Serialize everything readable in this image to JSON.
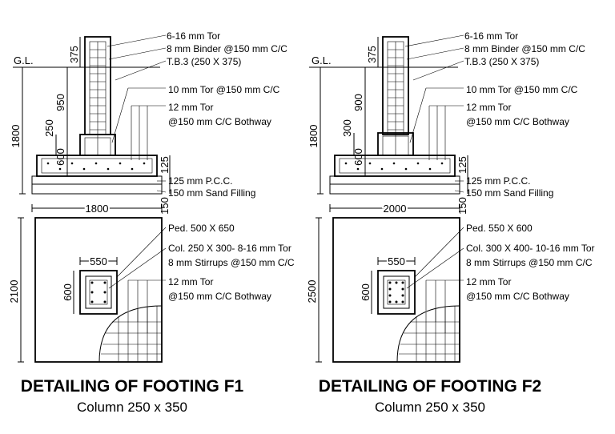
{
  "f1": {
    "title": "DETAILING OF FOOTING  F1",
    "subtitle": "Column 250 x 350",
    "gl": "G.L.",
    "dim_375": "375",
    "dim_upper": "950",
    "dim_total_h": "1800",
    "dim_ped_h": "250",
    "dim_600": "600",
    "dim_125": "125",
    "dim_150": "150",
    "dim_width": "1800",
    "dim_plan_h": "2100",
    "dim_ped_w": "550",
    "dim_ped_side": "600",
    "notes": {
      "main_bars": "6-16 mm Tor",
      "binder": "8 mm Binder @150 mm C/C",
      "tie_beam": "T.B.3 (250 X 375)",
      "dist_bars": "10 mm Tor @150 mm C/C",
      "bottom_bars_1": "12 mm Tor",
      "bottom_bars_2": "@150 mm C/C Bothway",
      "pcc": "125 mm P.C.C.",
      "sand": "150 mm Sand Filling",
      "ped": "Ped. 500 X 650",
      "col_1": "Col. 250 X 300- 8-16 mm Tor",
      "col_2": "8 mm Stirrups @150 mm C/C",
      "plan_bars_1": "12 mm Tor",
      "plan_bars_2": "@150 mm C/C Bothway"
    }
  },
  "f2": {
    "title": "DETAILING OF FOOTING  F2",
    "subtitle": "Column 250 x 350",
    "gl": "G.L.",
    "dim_375": "375",
    "dim_upper": "900",
    "dim_total_h": "1800",
    "dim_ped_h": "300",
    "dim_600": "600",
    "dim_125": "125",
    "dim_150": "150",
    "dim_width": "2000",
    "dim_plan_h": "2500",
    "dim_ped_w": "550",
    "dim_ped_side": "600",
    "notes": {
      "main_bars": "6-16 mm Tor",
      "binder": "8 mm Binder @150 mm C/C",
      "tie_beam": "T.B.3 (250 X 375)",
      "dist_bars": "10 mm Tor @150 mm C/C",
      "bottom_bars_1": "12 mm Tor",
      "bottom_bars_2": "@150 mm C/C Bothway",
      "pcc": "125 mm P.C.C.",
      "sand": "150 mm Sand Filling",
      "ped": "Ped. 550 X 600",
      "col_1": "Col. 300 X 400- 10-16 mm Tor",
      "col_2": "8 mm Stirrups @150 mm C/C",
      "plan_bars_1": "12 mm Tor",
      "plan_bars_2": "@150 mm C/C Bothway"
    }
  }
}
